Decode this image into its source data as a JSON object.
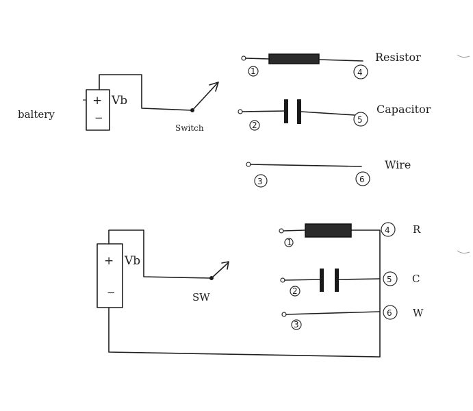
{
  "top_diagram": {
    "battery_label": "baltery",
    "voltage_label": "Vb",
    "plus_sign": "+",
    "minus_sign": "−",
    "switch_label": "Switch",
    "components": [
      {
        "name": "Resistor",
        "left_terminal": "1",
        "right_terminal": "4"
      },
      {
        "name": "Capacitor",
        "left_terminal": "2",
        "right_terminal": "5"
      },
      {
        "name": "Wire",
        "left_terminal": "3",
        "right_terminal": "6"
      }
    ]
  },
  "bottom_diagram": {
    "voltage_label": "Vb",
    "plus_sign": "+",
    "minus_sign": "−",
    "switch_label": "SW",
    "components": [
      {
        "name": "R",
        "left_terminal": "1",
        "right_terminal": "4"
      },
      {
        "name": "C",
        "left_terminal": "2",
        "right_terminal": "5"
      },
      {
        "name": "W",
        "left_terminal": "3",
        "right_terminal": "6"
      }
    ]
  }
}
